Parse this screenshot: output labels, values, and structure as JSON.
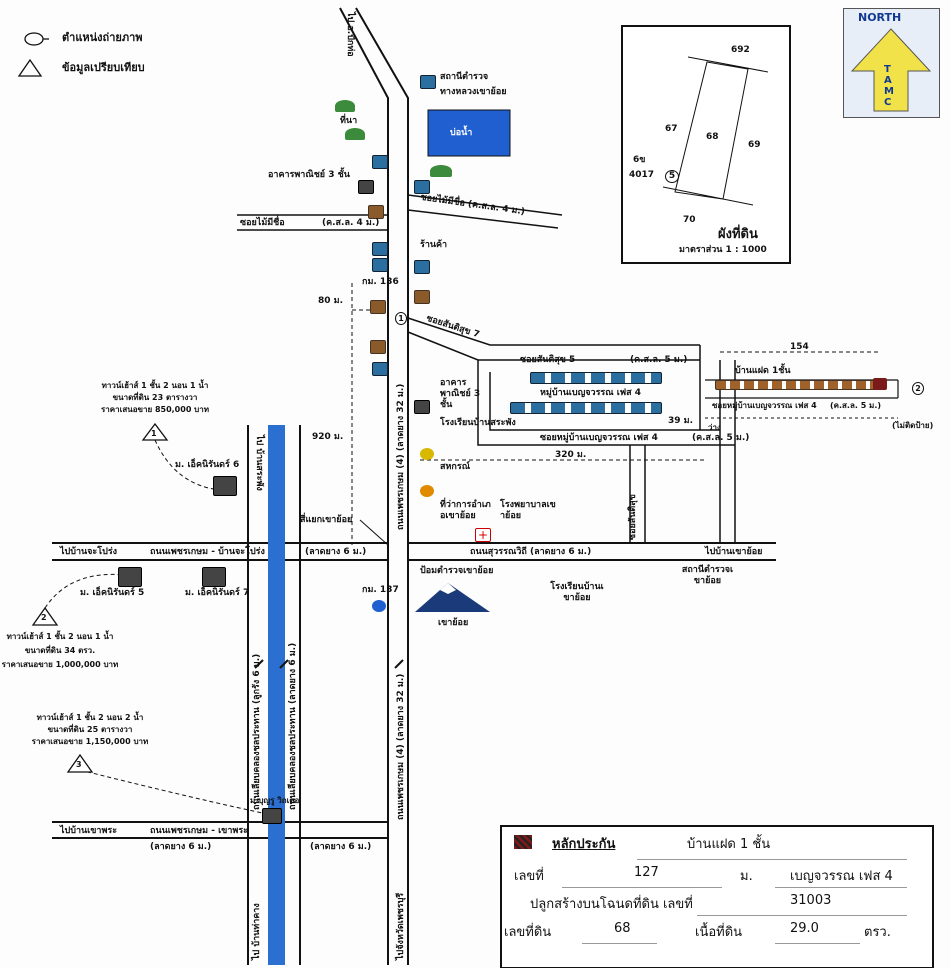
{
  "legend": {
    "photo_position": "ตำแหน่งถ่ายภาพ",
    "comparable_data": "ข้อมูลเปรียบเทียบ"
  },
  "north": {
    "label": "NORTH",
    "org": "TAMC"
  },
  "plan": {
    "lots": [
      "692",
      "67",
      "68",
      "69",
      "6ข",
      "4017",
      "70"
    ],
    "point": "5",
    "title": "ผังที่ดิน",
    "scale": "มาตราส่วน 1 : 1000"
  },
  "places": {
    "to_pai": "ไป อ.ปักท่อ",
    "police_highway": "สถานีตำรวจ",
    "police_highway2": "ทางหลวงเขาย้อย",
    "pond": "บ่อน้ำ",
    "field": "ที่นา",
    "commercial3": "อาคารพาณิชย์ 3 ชั้น",
    "soi_maimeechue_r": "ซอยไม้มีชื่อ (ค.ส.ล. 4 ม.)",
    "soi_maimeechue_l": "ซอยไม้มีชื่อ",
    "soi_l_surface": "(ค.ส.ล. 4 ม.)",
    "shop": "ร้านค้า",
    "km136": "กม. 136",
    "dist80": "80 ม.",
    "dist920": "920 ม.",
    "point1": "1",
    "soi_santisuk7": "ซอยสันติสุข 7",
    "soi_santisuk5": "ซอยสันติสุข 5",
    "soi_s5_surface": "(ค.ส.ล. 5 ม.)",
    "village_benjawan4": "หมู่บ้านเบญจวรรณ เฟส 4",
    "soi_village": "ซอยหมู่บ้านเบญจวรรณ เฟส 4",
    "soi_village_surface": "(ค.ส.ล. 5 ม.)",
    "commercial3b": "อาคารพาณิชย์ 3 ชั้น",
    "school_sa": "โรงเรียนบ้านสระพัง",
    "dist320": "320 ม.",
    "dist39": "39 ม.",
    "dist154": "154",
    "single_house": "บ้านแฝด 1ชั้น",
    "point2": "2",
    "empty": "(ไม่ติดป้าย)",
    "vacant": "ว่าง",
    "canal_road": "ไป บ้านสระพัง",
    "junction": "สี่แยกเขาย้อย",
    "ptt": "สหกรณ์",
    "district_office": "ที่ว่าการอำเภอเขาย้อย",
    "hospital": "โรงพยาบาลเขาย้อย",
    "main_road": "ถนนเพชรเกษม (4) (ลาดยาง 32 ม.)",
    "road_chaproeng": "ถนนเพชรเกษม - บ้านจะโปร่ง",
    "to_chaproeng": "ไปบ้านจะโปร่ง",
    "road_surface6": "(ลาดยาง 6 ม.)",
    "road_suwanwithi": "ถนนสุวรรณวิถี (ลาดยาง 6 ม.)",
    "to_khaoyoi": "ไปบ้านเขาย้อย",
    "police_box": "ป้อมตำรวจเขาย้อย",
    "school_khaoyoi": "โรงเรียนบ้านเขาย้อย",
    "police_station": "สถานีตำรวจเขาย้อย",
    "km137": "กม. 137",
    "mountain": "เขาย้อย",
    "soi_santisuk": "ซอยสันติสุข",
    "v6": "ม. เอ็คนิรันดร์ 6",
    "v5": "ม. เอ็คนิรันดร์ 5",
    "v7": "ม. เอ็คนิรันดร์ 7",
    "v_boonyu": "ม.บุญรู วิถเดอ",
    "road_khaophra": "ถนนเพชรเกษม - เขาพระ",
    "to_khaophra": "ไปบ้านเขาพระ",
    "to_thakham": "ไป บ้านท่าคาง",
    "to_phetchaburi": "ไปจังหวัดเพชรบุรี",
    "canal_name": "ถนนเลียบคลองชลประทาน (ลูกรัง 6 ม.)",
    "canal_name2": "ถนนเลียบคลองชลประทาน (ลาดยาง 6 ม.)"
  },
  "comparables": [
    {
      "no": "1",
      "l1": "ทาวน์เฮ้าส์ 1 ชั้น 2 นอน 1 น้ำ",
      "l2": "ขนาดที่ดิน 23 ตารางวา",
      "l3": "ราคาเสนอขาย 850,000 บาท"
    },
    {
      "no": "2",
      "l1": "ทาวน์เฮ้าส์ 1 ชั้น 2 นอน 1 น้ำ",
      "l2": "ขนาดที่ดิน 34 ตรว.",
      "l3": "ราคาเสนอขาย 1,000,000 บาท"
    },
    {
      "no": "3",
      "l1": "ทาวน์เฮ้าส์ 1 ชั้น 2 นอน 2 น้ำ",
      "l2": "ขนาดที่ดิน 25 ตารางวา",
      "l3": "ราคาเสนอขาย 1,150,000 บาท"
    }
  ],
  "info": {
    "title": "หลักประกัน",
    "type": "บ้านแฝด  1  ชั้น",
    "no_label": "เลขที่",
    "no": "127",
    "moo_label": "ม.",
    "moo": "เบญจวรรณ เฟส 4",
    "deed_label": "ปลูกสร้างบนโฉนดที่ดิน เลขที่",
    "deed": "31003",
    "lot_label": "เลขที่ดิน",
    "lot": "68",
    "area_label": "เนื้อที่ดิน",
    "area": "29.0",
    "unit": "ตรว."
  },
  "colors": {
    "canal": "#2b6fd0",
    "pond": "#1f5fd0",
    "collateral": "#7a1a1a",
    "north_arrow": "#f2e24a"
  }
}
